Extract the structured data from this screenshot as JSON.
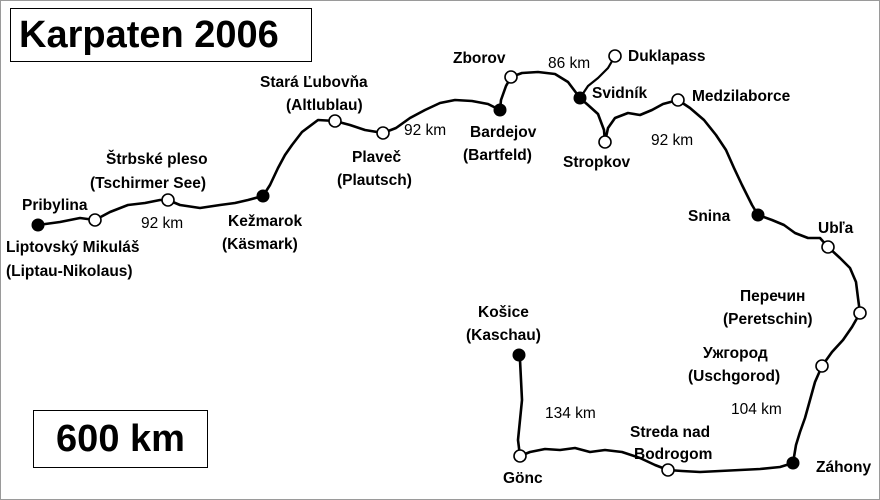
{
  "title": "Karpaten 2006",
  "total_distance": "600 km",
  "cities": [
    {
      "id": "liptovsky",
      "line1": "Liptovský Mikuláš",
      "line2": "(Liptau-Nikolaus)",
      "major": true
    },
    {
      "id": "pribylina",
      "line1": "Pribylina",
      "line2": "",
      "major": false
    },
    {
      "id": "strbske",
      "line1": "Štrbské pleso",
      "line2": "(Tschirmer See)",
      "major": false
    },
    {
      "id": "kezmarok",
      "line1": "Kežmarok",
      "line2": "(Käsmark)",
      "major": true
    },
    {
      "id": "stara",
      "line1": "Stará Ľubovňa",
      "line2": "(Altlublau)",
      "major": false
    },
    {
      "id": "plavec",
      "line1": "Plaveč",
      "line2": "(Plautsch)",
      "major": false
    },
    {
      "id": "bardejov",
      "line1": "Bardejov",
      "line2": "(Bartfeld)",
      "major": true
    },
    {
      "id": "zborov",
      "line1": "Zborov",
      "line2": "",
      "major": false
    },
    {
      "id": "duklapass",
      "line1": "Duklapass",
      "line2": "",
      "major": false
    },
    {
      "id": "svidnik",
      "line1": "Svidník",
      "line2": "",
      "major": true
    },
    {
      "id": "stropkov",
      "line1": "Stropkov",
      "line2": "",
      "major": false
    },
    {
      "id": "medzilaborce",
      "line1": "Medzilaborce",
      "line2": "",
      "major": false
    },
    {
      "id": "snina",
      "line1": "Snina",
      "line2": "",
      "major": true
    },
    {
      "id": "ubla",
      "line1": "Ubľa",
      "line2": "",
      "major": false
    },
    {
      "id": "perecin",
      "line1": "Перечин",
      "line2": "(Peretschin)",
      "major": false
    },
    {
      "id": "uzhgorod",
      "line1": "Ужгород",
      "line2": "(Uschgorod)",
      "major": false
    },
    {
      "id": "zahony",
      "line1": "Záhony",
      "line2": "",
      "major": true
    },
    {
      "id": "streda",
      "line1": "Streda nad",
      "line2": "Bodrogom",
      "major": false
    },
    {
      "id": "gonc",
      "line1": "Gönc",
      "line2": "",
      "major": false
    },
    {
      "id": "kosice",
      "line1": "Košice",
      "line2": "(Kaschau)",
      "major": true
    }
  ],
  "segment_distances": [
    {
      "id": "pribylina-kezmarok",
      "label": "92 km"
    },
    {
      "id": "kezmarok-bardejov",
      "label": "92 km"
    },
    {
      "id": "bardejov-svidnik",
      "label": "86 km"
    },
    {
      "id": "svidnik-snina",
      "label": "92 km"
    },
    {
      "id": "snina-zahony",
      "label": "104 km"
    },
    {
      "id": "zahony-kosice",
      "label": "134 km"
    }
  ]
}
